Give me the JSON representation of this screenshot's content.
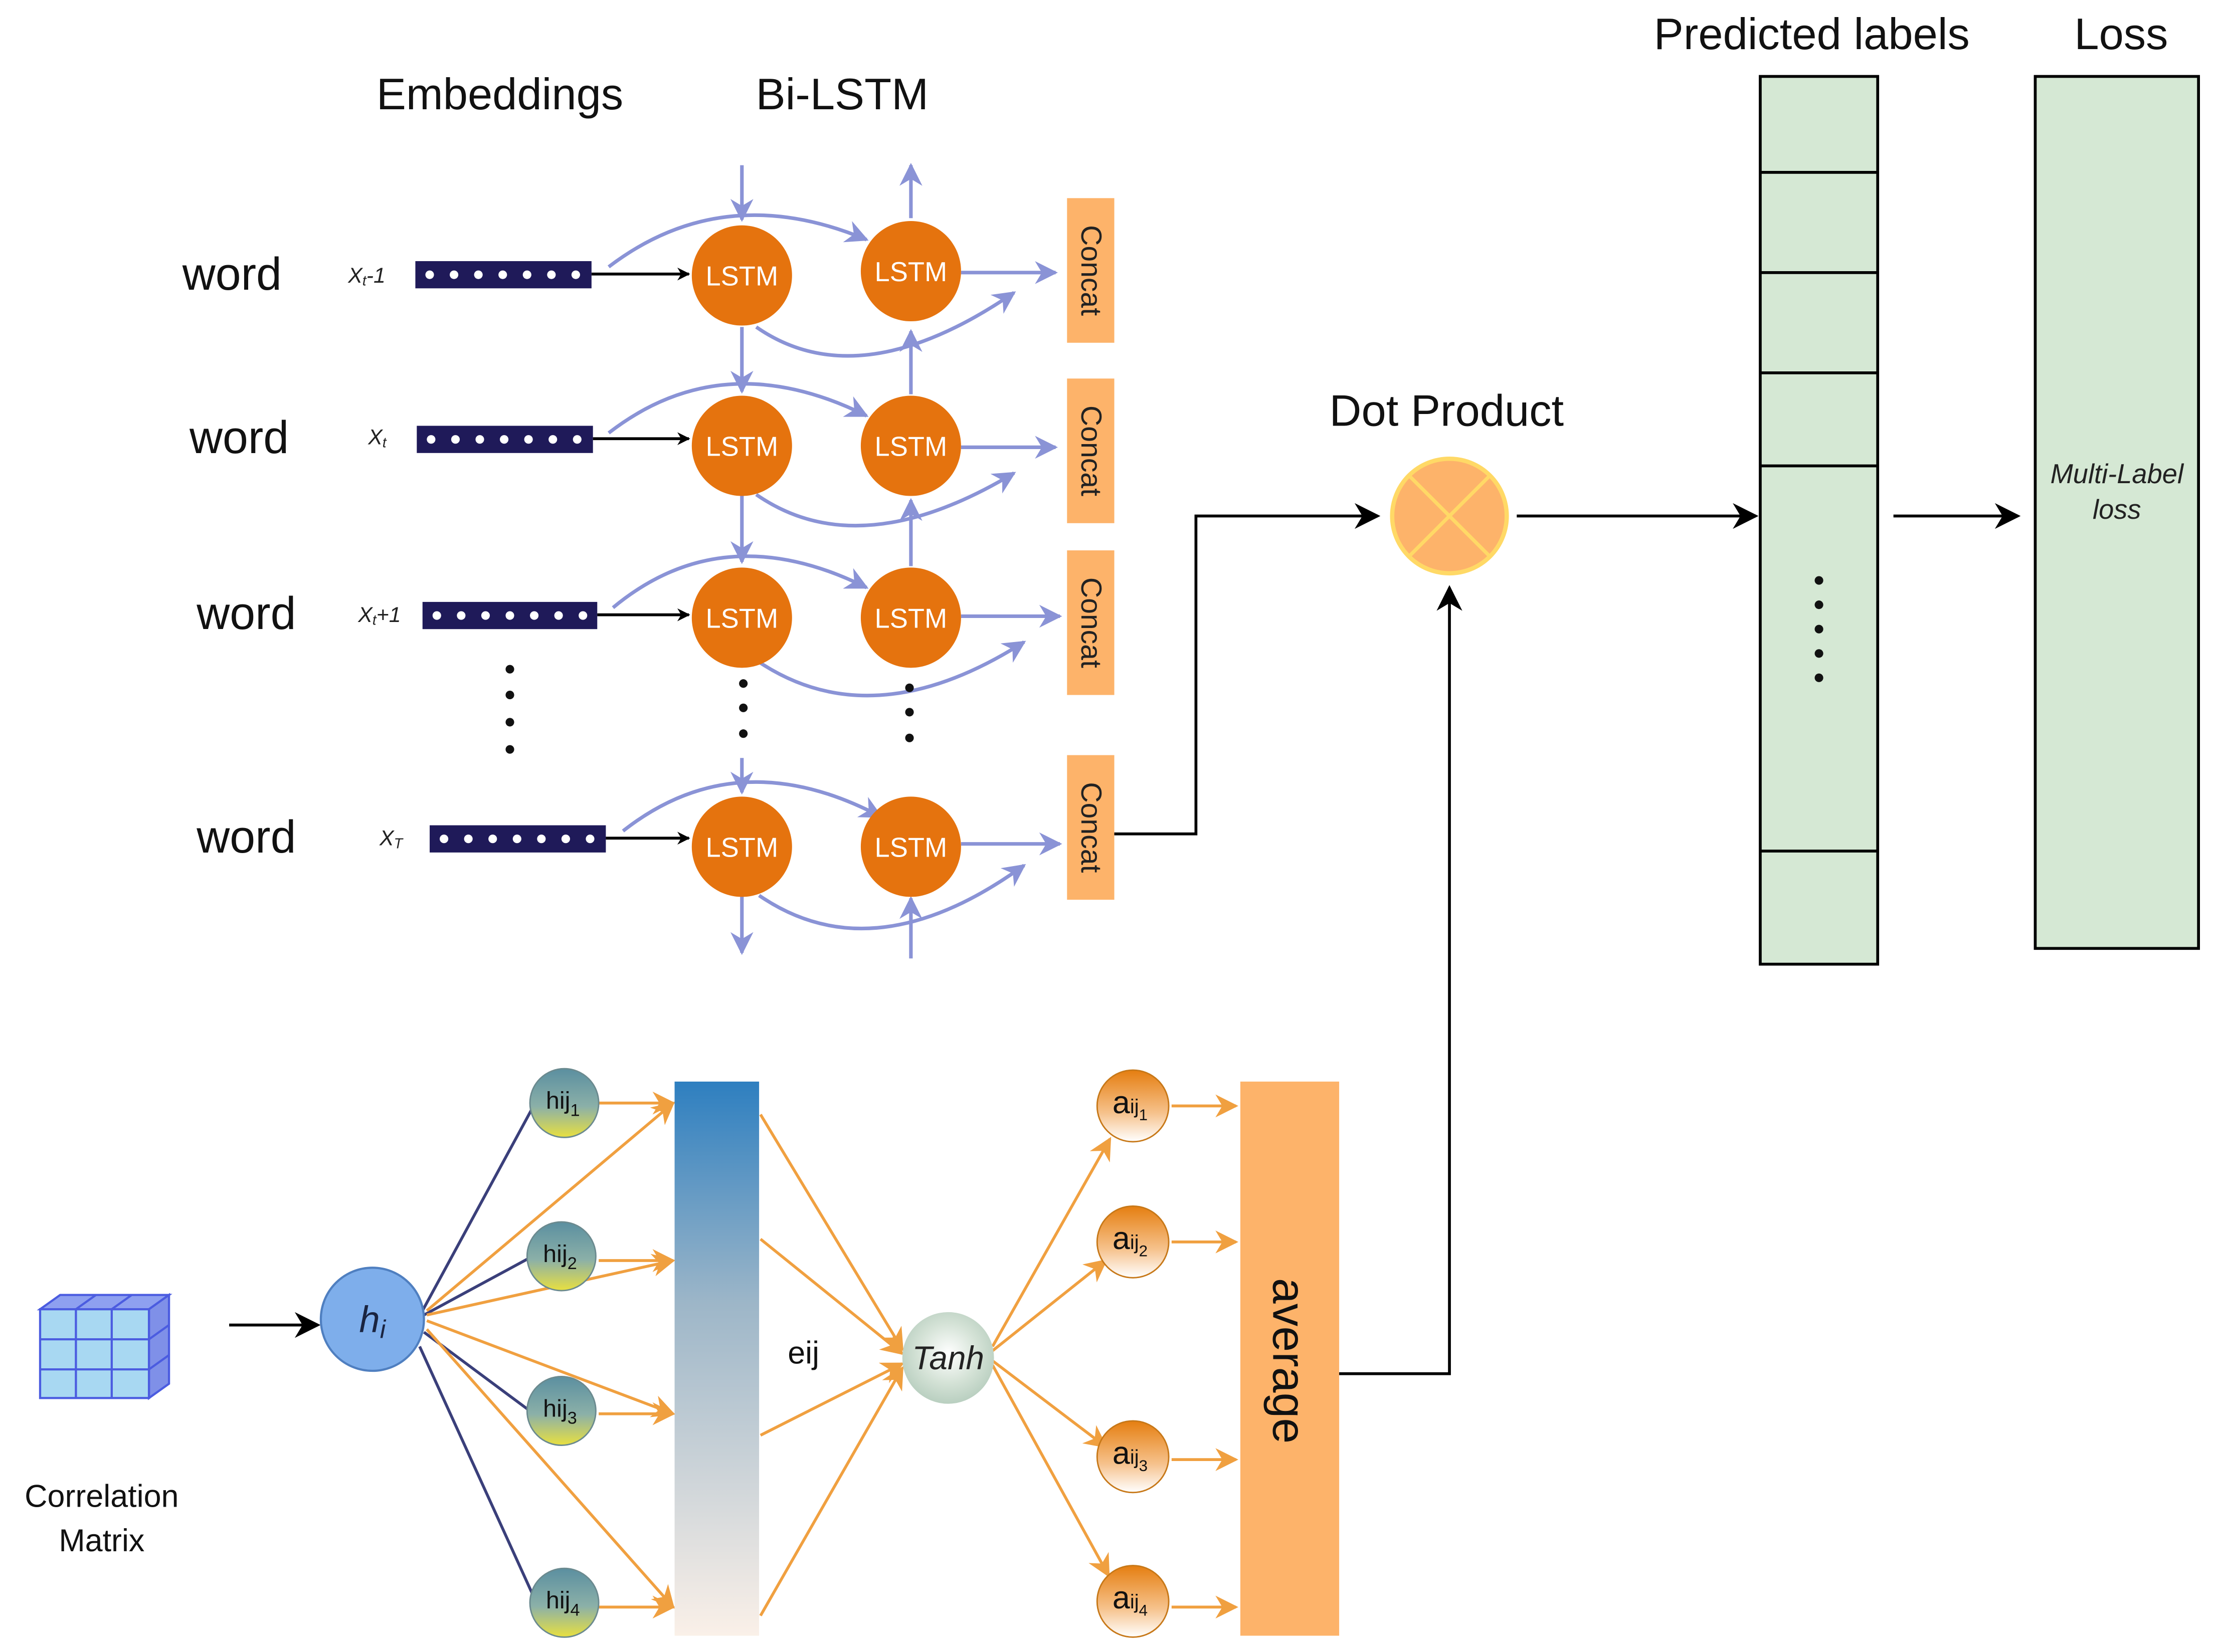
{
  "headers": {
    "embeddings": "Embeddings",
    "bilstm": "Bi-LSTM",
    "predicted_labels": "Predicted labels",
    "loss": "Loss",
    "dot_product": "Dot Product"
  },
  "rows": [
    {
      "word": "word",
      "x_main": "X",
      "x_sub": "t",
      "x_suffix": "-1"
    },
    {
      "word": "word",
      "x_main": "X",
      "x_sub": "t",
      "x_suffix": ""
    },
    {
      "word": "word",
      "x_main": "X",
      "x_sub": "t",
      "x_suffix": "+1"
    },
    {
      "word": "word",
      "x_main": "X",
      "x_sub": "T",
      "x_suffix": ""
    }
  ],
  "lstm_label": "LSTM",
  "concat_label": "Concat",
  "multilabel_loss": [
    "Multi-Label",
    "loss"
  ],
  "correlation_matrix": [
    "Correlation",
    "Matrix"
  ],
  "attention": {
    "hi_main": "h",
    "hi_sub": "i",
    "hij": [
      {
        "main": "hij",
        "sub": "1"
      },
      {
        "main": "hij",
        "sub": "2"
      },
      {
        "main": "hij",
        "sub": "3"
      },
      {
        "main": "hij",
        "sub": "4"
      }
    ],
    "eij": "eij",
    "tanh": "Tanh",
    "aij": [
      {
        "main": "a",
        "mid": "ij",
        "sub": "1"
      },
      {
        "main": "a",
        "mid": "ij",
        "sub": "2"
      },
      {
        "main": "a",
        "mid": "ij",
        "sub": "3"
      },
      {
        "main": "a",
        "mid": "ij",
        "sub": "4"
      }
    ],
    "average": "average"
  },
  "colors": {
    "lstm_orange": "#E5730E",
    "concat_orange": "#FDB36A",
    "lavender_arrow": "#8A93D6",
    "embedding_navy": "#1F1A59",
    "label_green": "#D5E8D4",
    "attention_orange": "#F0A040",
    "hi_blue": "#7EAEEB",
    "dot_fill": "#FDB36A",
    "dot_stroke": "#FFD966"
  }
}
